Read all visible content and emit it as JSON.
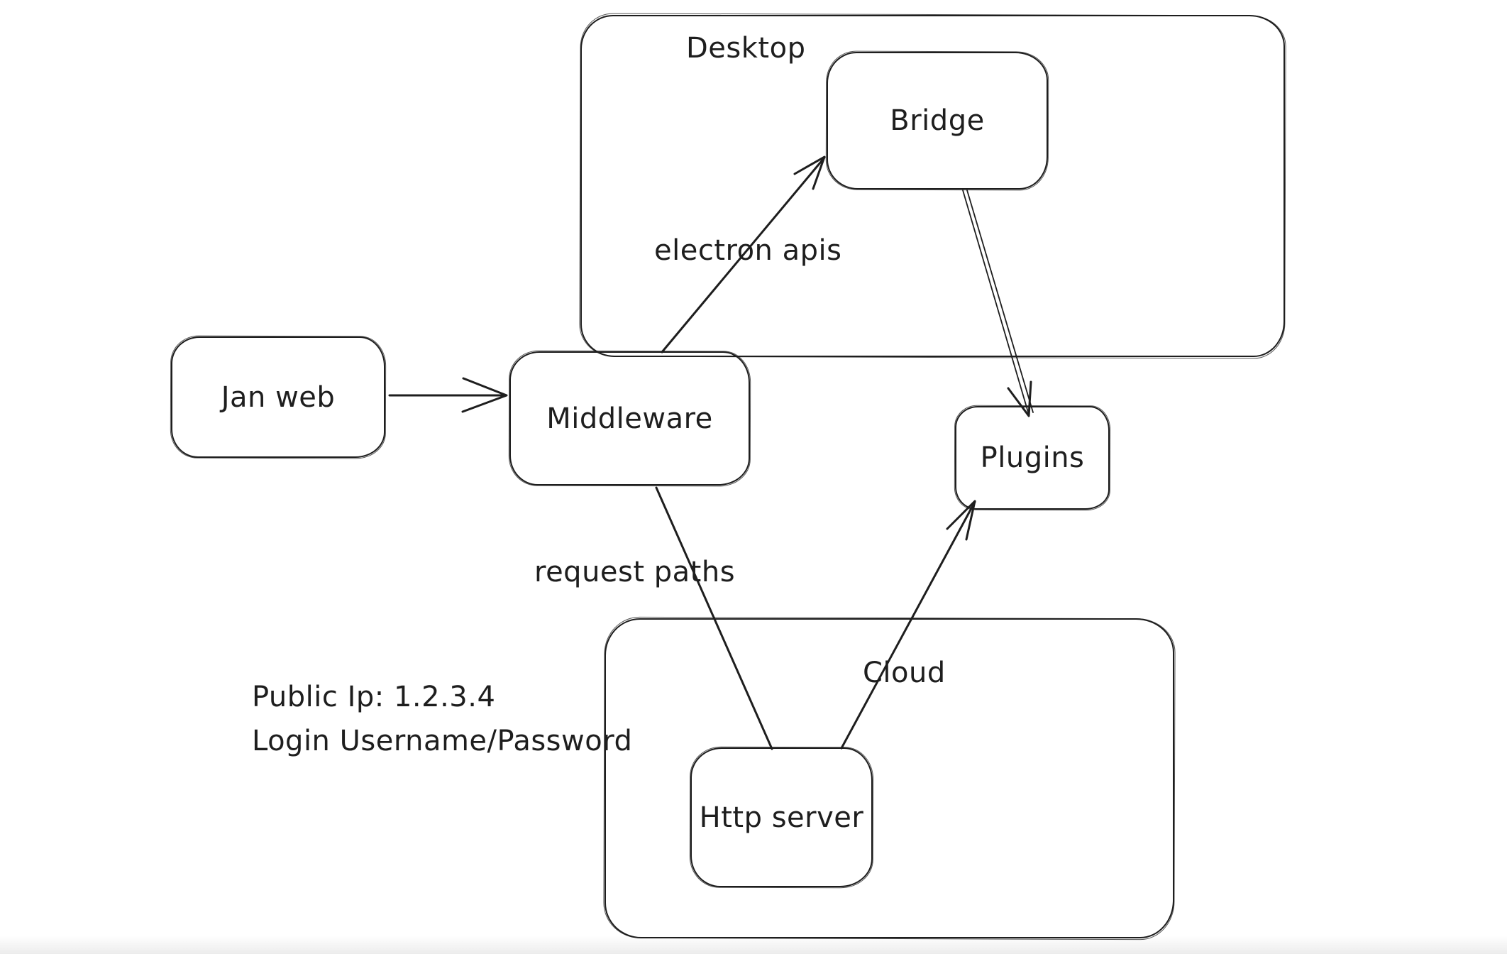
{
  "canvas": {
    "background": "#ffffff",
    "ink": "#1e1e1e",
    "bottom_fade": "#ececec"
  },
  "containers": {
    "desktop": {
      "label": "Desktop"
    },
    "cloud": {
      "label": "Cloud"
    }
  },
  "nodes": {
    "jan_web": {
      "label": "Jan web"
    },
    "middleware": {
      "label": "Middleware"
    },
    "bridge": {
      "label": "Bridge"
    },
    "plugins": {
      "label": "Plugins"
    },
    "http_server": {
      "label": "Http server"
    }
  },
  "edges": [
    {
      "from": "Jan web",
      "to": "Middleware",
      "label": "",
      "arrowhead": "open-chevron"
    },
    {
      "from": "Middleware",
      "to": "Bridge",
      "label": "electron apis",
      "arrowhead": "line-arrow"
    },
    {
      "from": "Bridge",
      "to": "Plugins",
      "label": "",
      "arrowhead": "line-arrow"
    },
    {
      "from": "Middleware",
      "to": "Http server",
      "label": "request paths",
      "arrowhead": "none"
    },
    {
      "from": "Http server",
      "to": "Plugins",
      "label": "",
      "arrowhead": "line-arrow"
    }
  ],
  "annotation": {
    "line1": "Public Ip: 1.2.3.4",
    "line2": "Login Username/Password"
  }
}
